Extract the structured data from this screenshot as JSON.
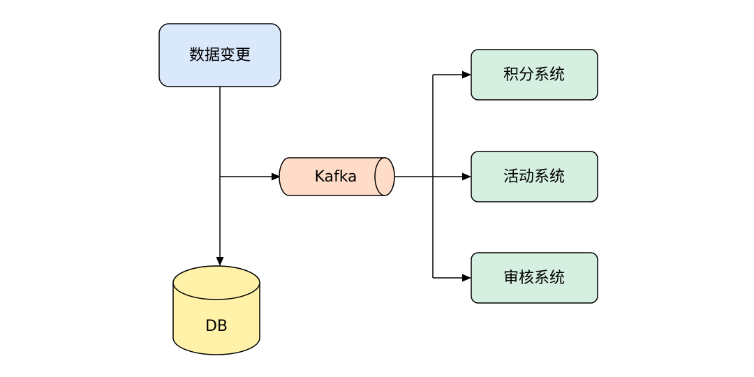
{
  "nodes": {
    "source": {
      "label": "数据变更",
      "fill": "#dae8fc"
    },
    "queue": {
      "label": "Kafka",
      "fill": "#ffdcc8"
    },
    "db": {
      "label": "DB",
      "fill": "#fff2a8"
    },
    "points_system": {
      "label": "积分系统",
      "fill": "#d5f0e0"
    },
    "activity_system": {
      "label": "活动系统",
      "fill": "#d5f0e0"
    },
    "review_system": {
      "label": "审核系统",
      "fill": "#d5f0e0"
    }
  },
  "colors": {
    "stroke": "#000000",
    "background": "#ffffff"
  }
}
